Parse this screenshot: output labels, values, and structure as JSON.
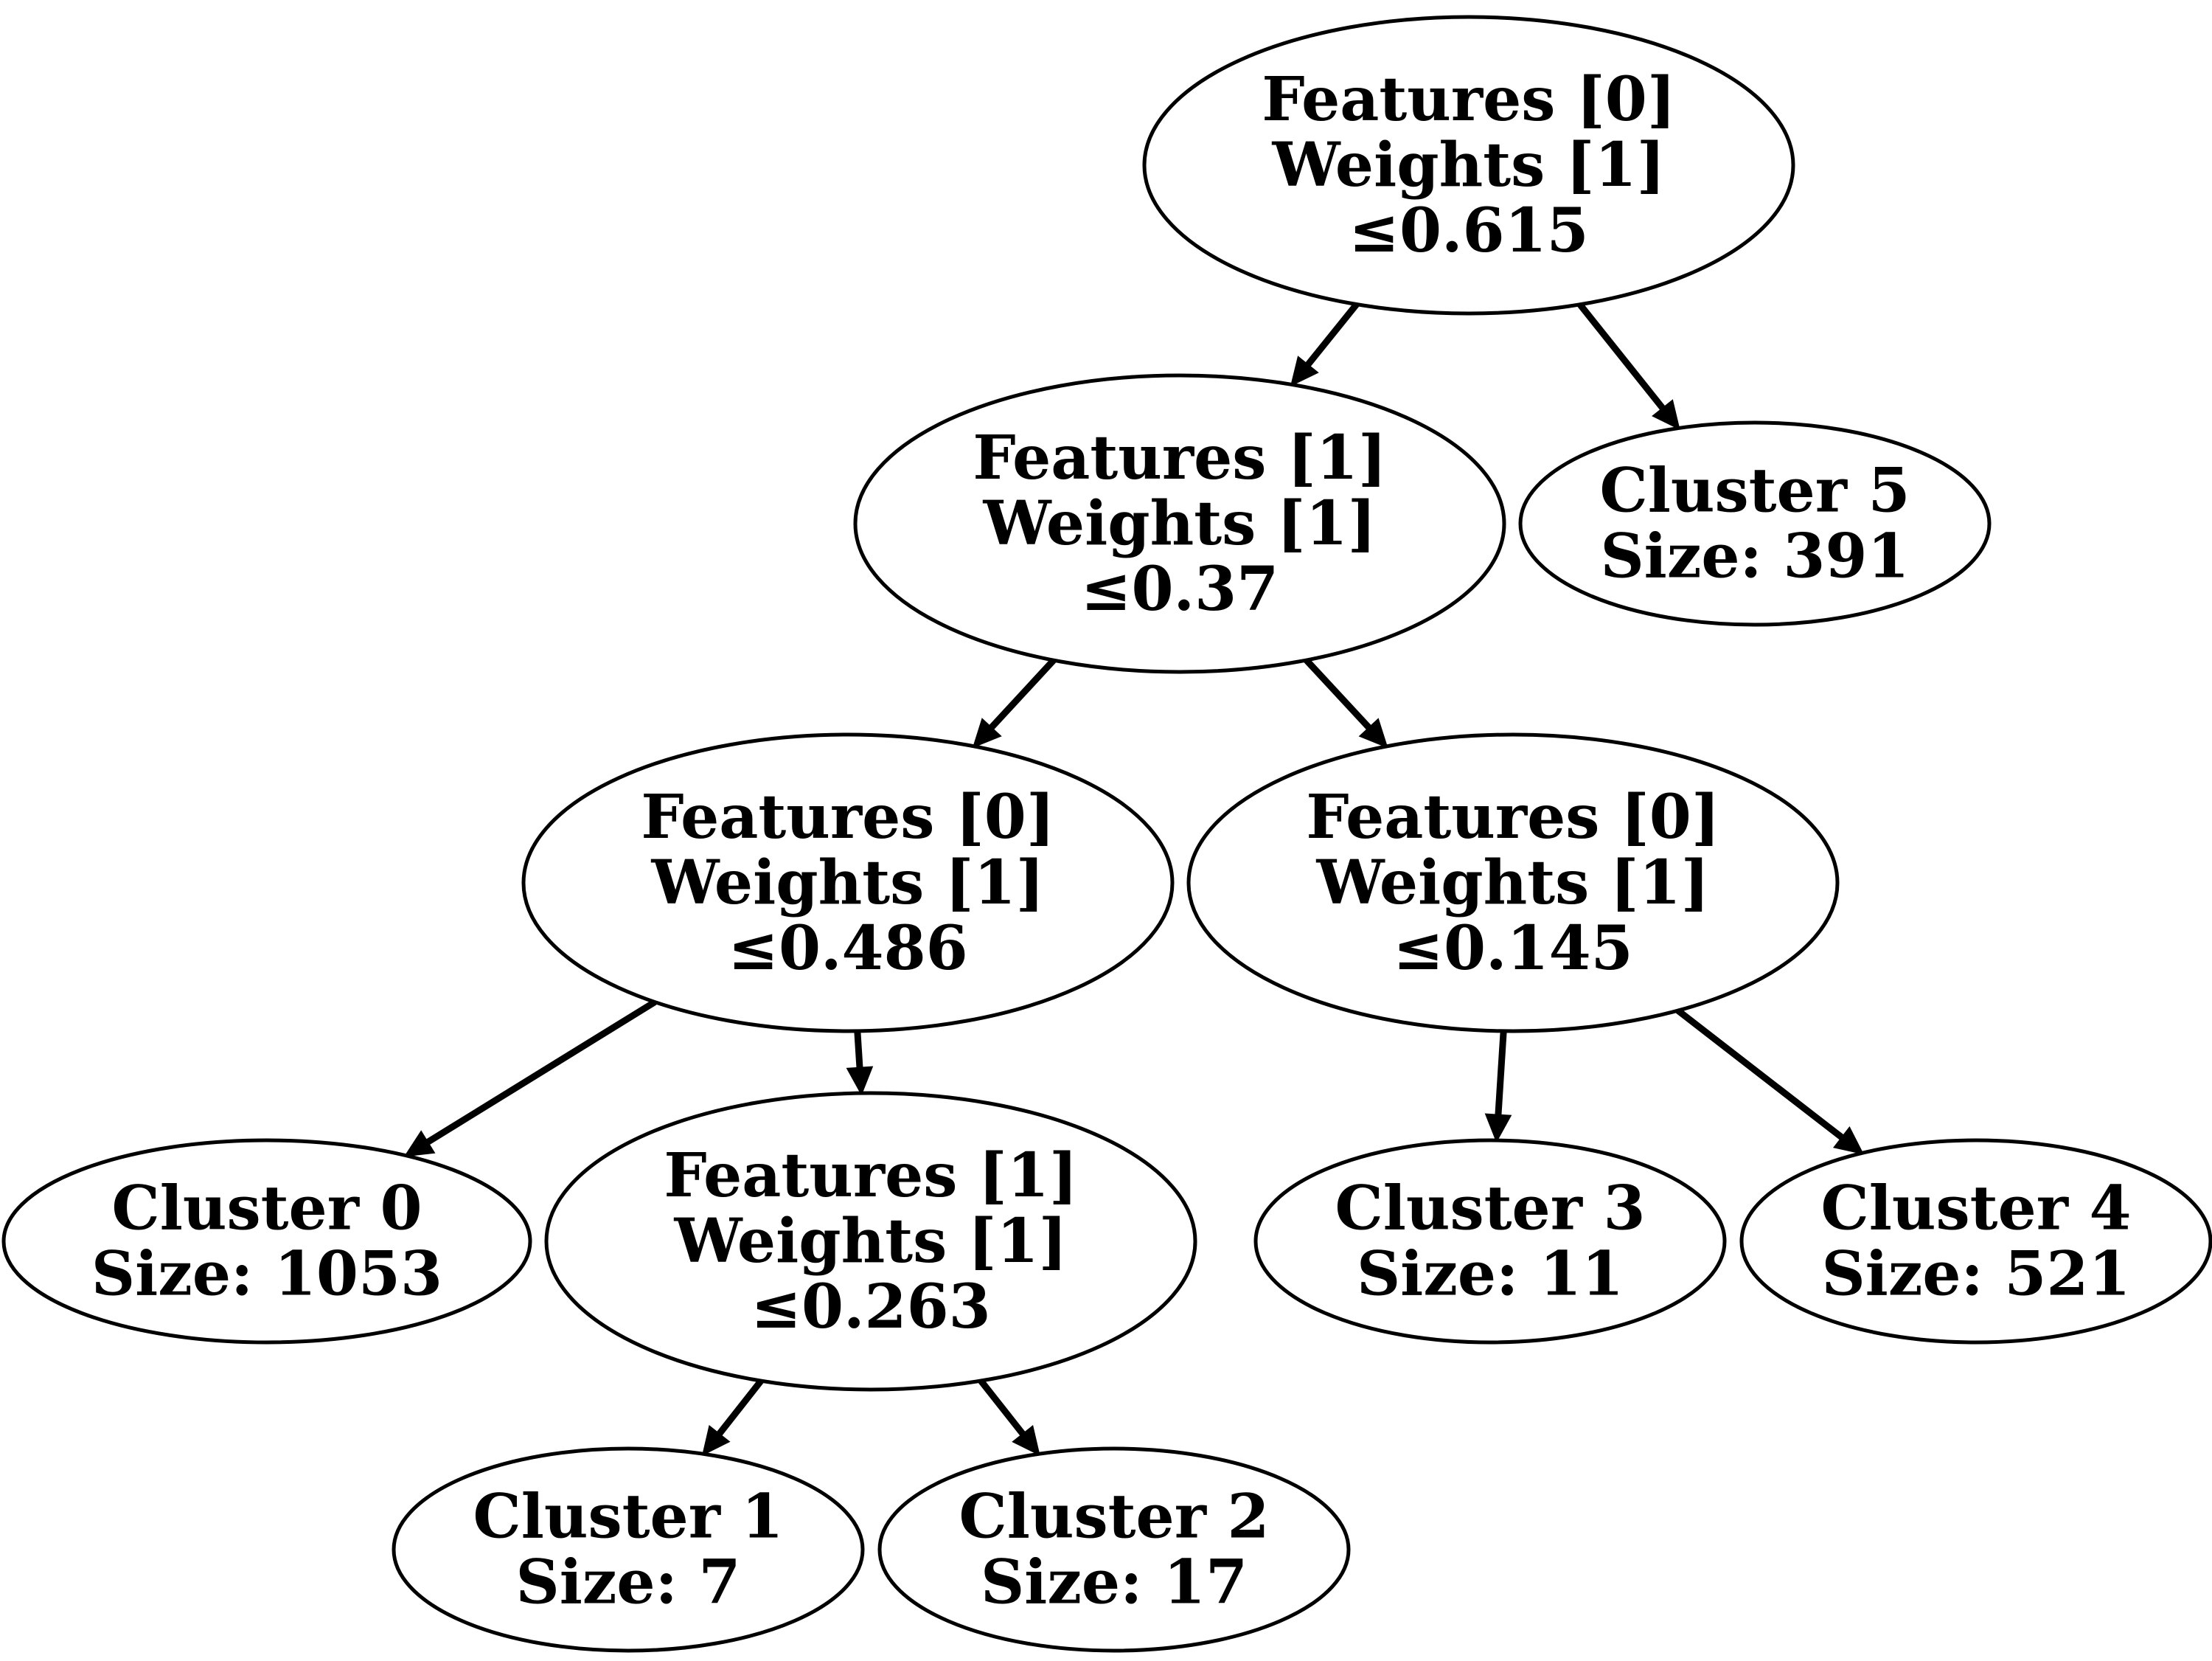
{
  "tree": {
    "nodes": [
      {
        "id": "n0",
        "kind": "split",
        "lines": [
          "Features [0]",
          "Weights [1]",
          "≤0.615"
        ]
      },
      {
        "id": "n1",
        "kind": "split",
        "lines": [
          "Features [1]",
          "Weights [1]",
          "≤0.37"
        ]
      },
      {
        "id": "n2",
        "kind": "leaf",
        "lines": [
          "Cluster 5",
          "Size: 391"
        ]
      },
      {
        "id": "n3",
        "kind": "split",
        "lines": [
          "Features [0]",
          "Weights [1]",
          "≤0.486"
        ]
      },
      {
        "id": "n4",
        "kind": "split",
        "lines": [
          "Features [0]",
          "Weights [1]",
          "≤0.145"
        ]
      },
      {
        "id": "n5",
        "kind": "leaf",
        "lines": [
          "Cluster 0",
          "Size: 1053"
        ]
      },
      {
        "id": "n6",
        "kind": "split",
        "lines": [
          "Features [1]",
          "Weights [1]",
          "≤0.263"
        ]
      },
      {
        "id": "n7",
        "kind": "leaf",
        "lines": [
          "Cluster 3",
          "Size: 11"
        ]
      },
      {
        "id": "n8",
        "kind": "leaf",
        "lines": [
          "Cluster 4",
          "Size: 521"
        ]
      },
      {
        "id": "n9",
        "kind": "leaf",
        "lines": [
          "Cluster 1",
          "Size: 7"
        ]
      },
      {
        "id": "n10",
        "kind": "leaf",
        "lines": [
          "Cluster 2",
          "Size: 17"
        ]
      }
    ],
    "edges": [
      {
        "from": "n0",
        "to": "n1"
      },
      {
        "from": "n0",
        "to": "n2"
      },
      {
        "from": "n1",
        "to": "n3"
      },
      {
        "from": "n1",
        "to": "n4"
      },
      {
        "from": "n3",
        "to": "n5"
      },
      {
        "from": "n3",
        "to": "n6"
      },
      {
        "from": "n4",
        "to": "n7"
      },
      {
        "from": "n4",
        "to": "n8"
      },
      {
        "from": "n6",
        "to": "n9"
      },
      {
        "from": "n6",
        "to": "n10"
      }
    ]
  }
}
